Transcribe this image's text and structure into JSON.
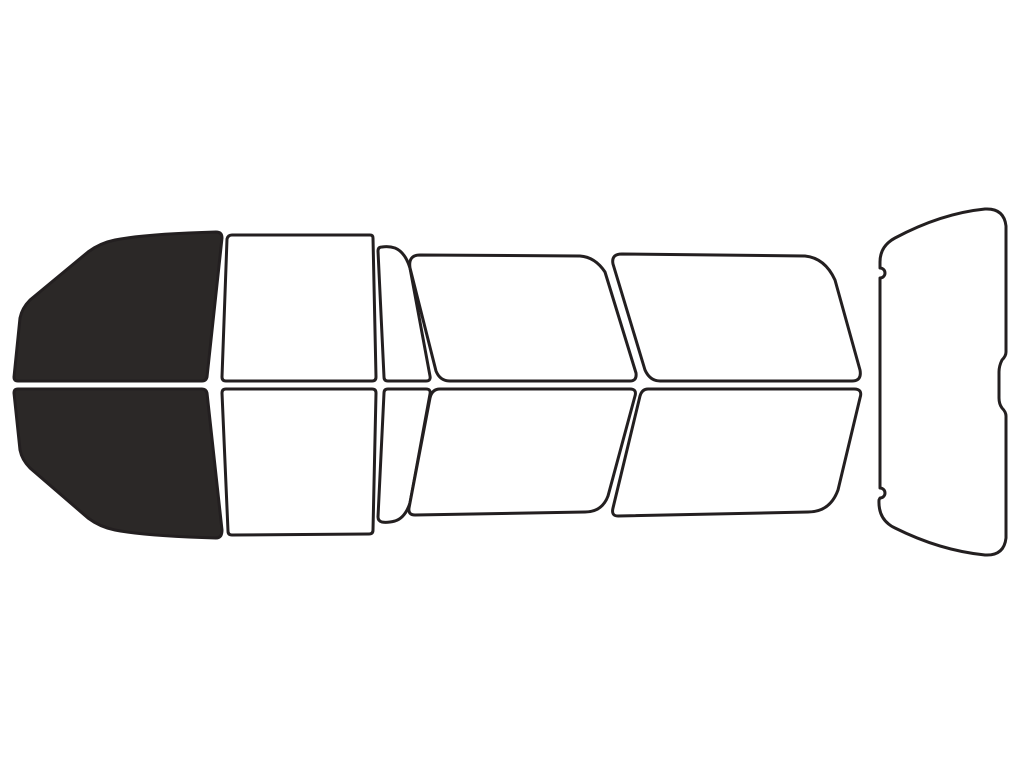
{
  "colors": {
    "background": "#ffffff",
    "outline": "#231f20",
    "tinted_fill": "#2b2827",
    "clear_fill": "#ffffff"
  },
  "panes": [
    {
      "id": "windshield-upper",
      "tinted": true
    },
    {
      "id": "windshield-lower",
      "tinted": true
    },
    {
      "id": "front-door-upper",
      "tinted": false
    },
    {
      "id": "front-door-lower",
      "tinted": false
    },
    {
      "id": "vent-upper",
      "tinted": false
    },
    {
      "id": "vent-lower",
      "tinted": false
    },
    {
      "id": "rear-door-upper",
      "tinted": false
    },
    {
      "id": "rear-door-lower",
      "tinted": false
    },
    {
      "id": "quarter-upper",
      "tinted": false
    },
    {
      "id": "quarter-lower",
      "tinted": false
    },
    {
      "id": "back-glass",
      "tinted": false
    }
  ]
}
